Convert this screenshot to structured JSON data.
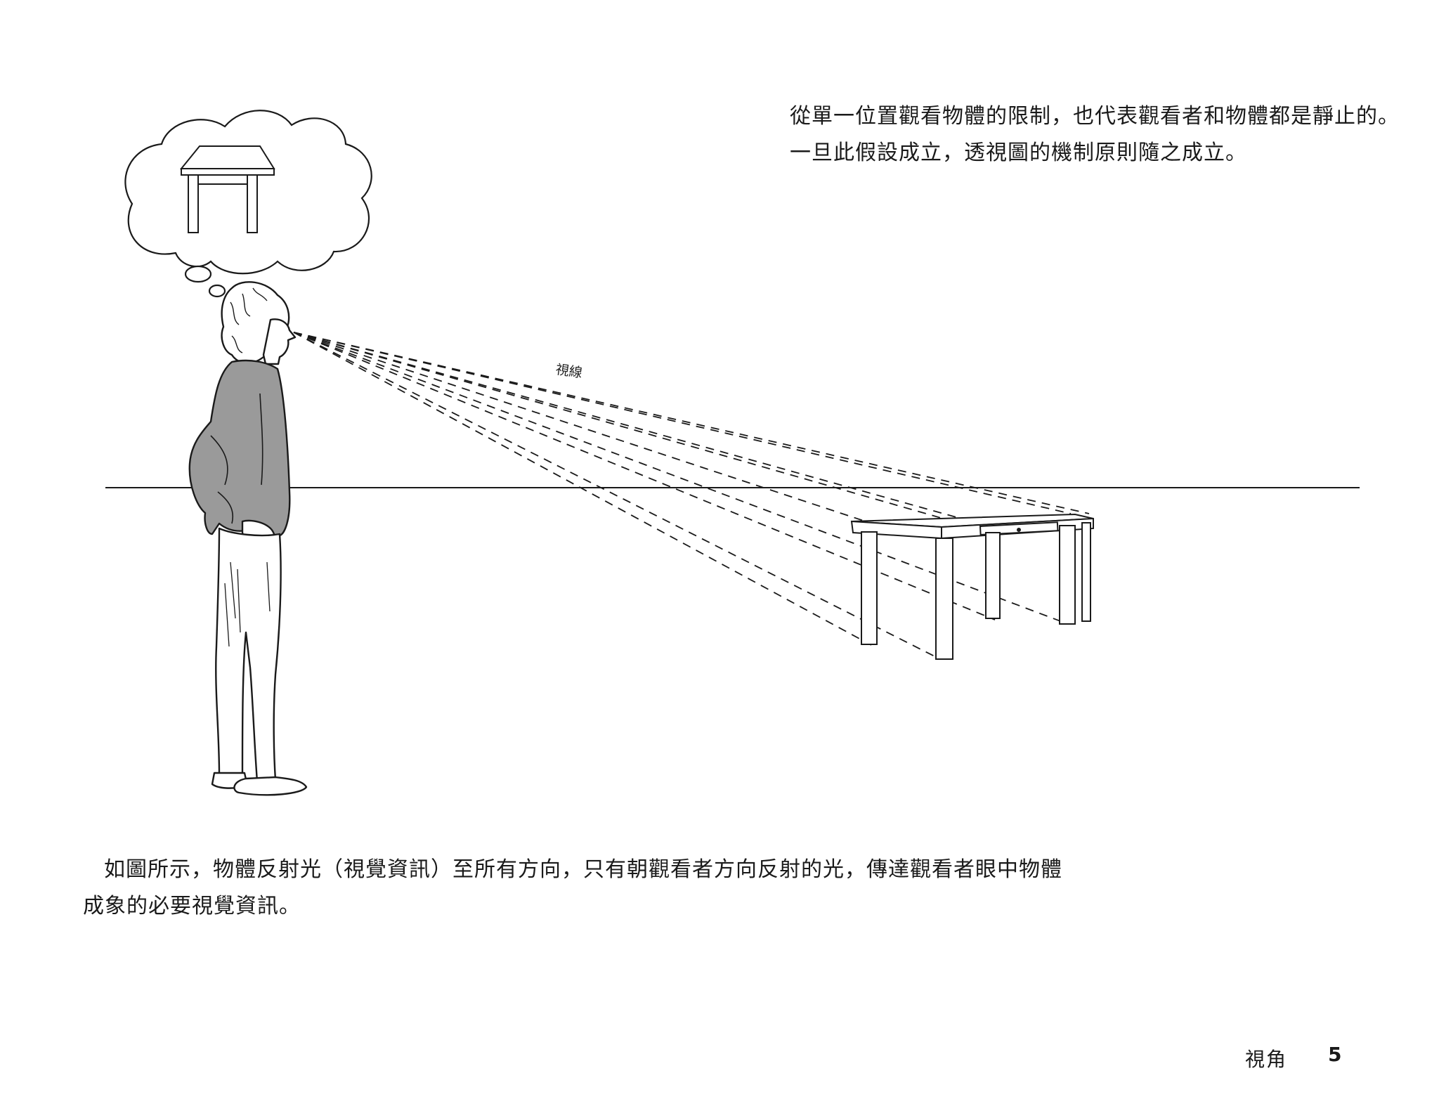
{
  "top_caption": {
    "line1": "從單一位置觀看物體的限制，也代表觀看者和物體都是靜止的。",
    "line2": "一旦此假設成立，透視圖的機制原則隨之成立。"
  },
  "sight_line_label": "視線",
  "bottom_caption": {
    "line1": "如圖所示，物體反射光（視覺資訊）至所有方向，只有朝觀看者方向反射的光，傳達觀看者眼中物體",
    "line2": "成象的必要視覺資訊。"
  },
  "footer": {
    "section": "視角",
    "page_number": "5"
  },
  "colors": {
    "ink": "#1a1a1a",
    "shirt_gray": "#9a9a9a",
    "background": "#ffffff"
  }
}
